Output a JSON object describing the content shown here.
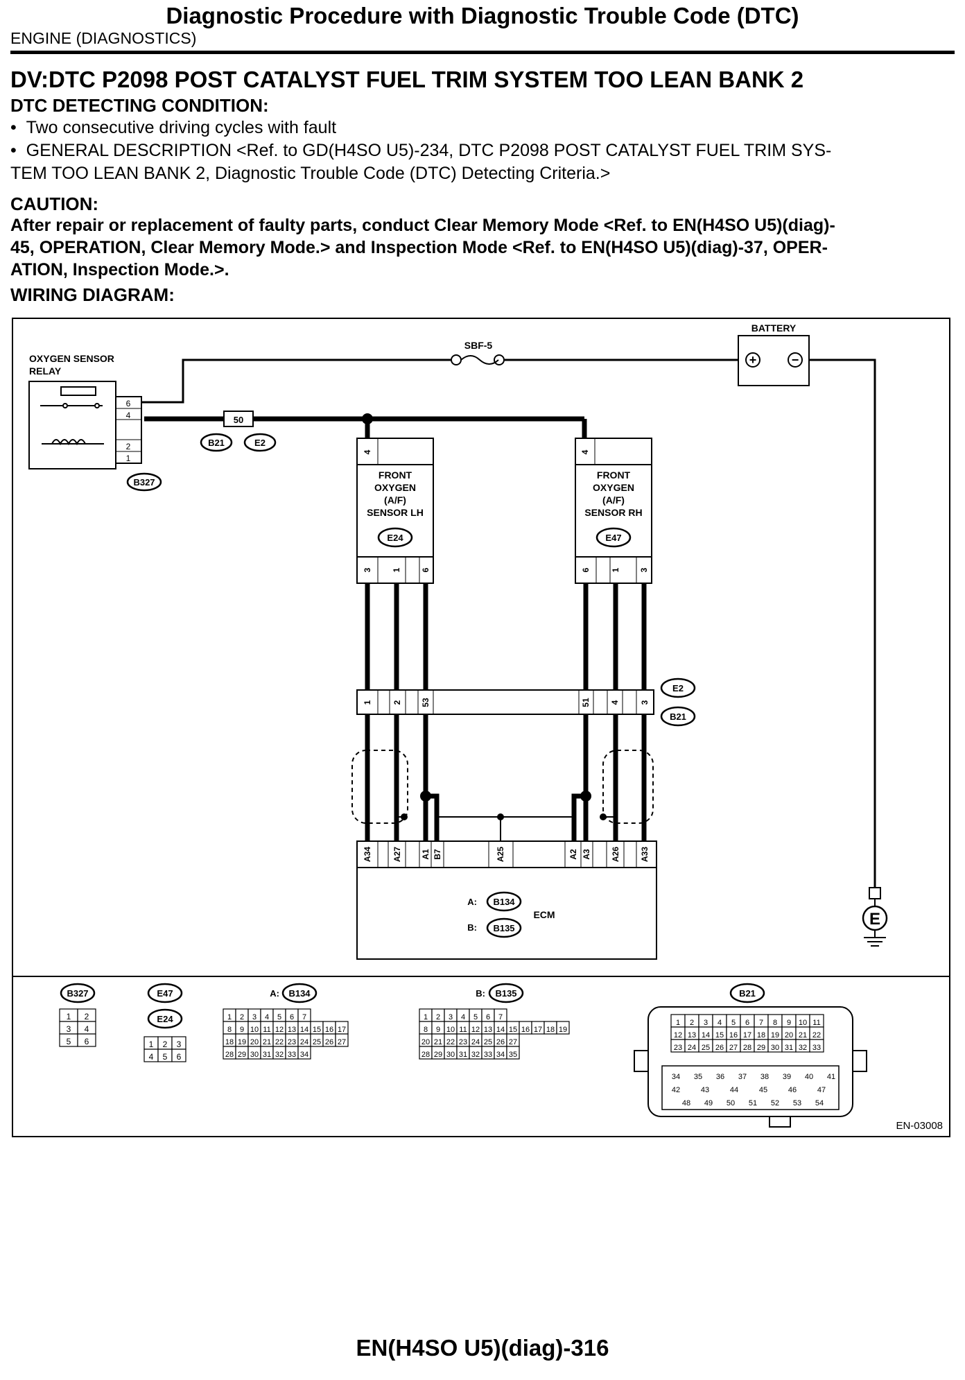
{
  "header": {
    "title": "Diagnostic Procedure with Diagnostic Trouble Code (DTC)",
    "subtitle": "ENGINE (DIAGNOSTICS)"
  },
  "section": {
    "title": "DV:DTC P2098 POST CATALYST FUEL TRIM SYSTEM TOO LEAN BANK 2",
    "detecting_heading": "DTC DETECTING CONDITION:",
    "bullets": [
      "Two consecutive driving cycles with fault",
      "GENERAL DESCRIPTION <Ref. to GD(H4SO U5)-234, DTC P2098 POST CATALYST FUEL TRIM SYS-",
      "TEM TOO LEAN BANK 2, Diagnostic Trouble Code (DTC) Detecting Criteria.>"
    ],
    "caution_heading": "CAUTION:",
    "caution_lines": [
      "After repair or replacement of faulty parts, conduct Clear Memory Mode <Ref. to EN(H4SO U5)(diag)-",
      "45, OPERATION, Clear Memory Mode.> and Inspection Mode <Ref. to EN(H4SO U5)(diag)-37, OPER-",
      "ATION, Inspection Mode.>."
    ],
    "wiring_heading": "WIRING DIAGRAM:"
  },
  "diagram": {
    "relay_label": [
      "OXYGEN SENSOR",
      "RELAY"
    ],
    "relay_pins": [
      "6",
      "4",
      "2",
      "1"
    ],
    "relay_connector": "B327",
    "fuse_label": "SBF-5",
    "battery_label": "BATTERY",
    "battery_plus": "+",
    "battery_minus": "−",
    "joint_pin": "50",
    "joint_connectors": [
      "B21",
      "E2"
    ],
    "sensor_lh": {
      "top_pin": "4",
      "label": [
        "FRONT",
        "OXYGEN",
        "(A/F)",
        "SENSOR LH"
      ],
      "connector": "E24",
      "pins": [
        "3",
        "1",
        "6"
      ]
    },
    "sensor_rh": {
      "top_pin": "4",
      "label": [
        "FRONT",
        "OXYGEN",
        "(A/F)",
        "SENSOR RH"
      ],
      "connector": "E47",
      "pins": [
        "6",
        "1",
        "3"
      ]
    },
    "junction": {
      "pins_left": [
        "1",
        "2",
        "53"
      ],
      "pins_right": [
        "51",
        "4",
        "3"
      ],
      "connectors": [
        "E2",
        "B21"
      ]
    },
    "ecm": {
      "pins": [
        "A34",
        "A27",
        "A1",
        "B7",
        "A25",
        "A2",
        "A3",
        "A26",
        "A33"
      ],
      "label": "ECM",
      "conn_a_prefix": "A:",
      "conn_a": "B134",
      "conn_b_prefix": "B:",
      "conn_b": "B135"
    },
    "ground_label": "E",
    "connector_views": {
      "b327": {
        "name": "B327",
        "rows": [
          [
            "1",
            "2"
          ],
          [
            "3",
            "4"
          ],
          [
            "5",
            "6"
          ]
        ]
      },
      "e47": {
        "name": "E47"
      },
      "e24": {
        "name": "E24",
        "rows": [
          [
            "1",
            "2",
            "3"
          ],
          [
            "4",
            "5",
            "6"
          ]
        ]
      },
      "b134": {
        "prefix": "A:",
        "name": "B134",
        "rows": [
          [
            "1",
            "2",
            "3",
            "4",
            "5",
            "6",
            "7"
          ],
          [
            "8",
            "9",
            "10",
            "11",
            "12",
            "13",
            "14",
            "15",
            "16",
            "17"
          ],
          [
            "18",
            "19",
            "20",
            "21",
            "22",
            "23",
            "24",
            "25",
            "26",
            "27"
          ],
          [
            "28",
            "29",
            "30",
            "31",
            "32",
            "33",
            "34"
          ]
        ]
      },
      "b135": {
        "prefix": "B:",
        "name": "B135",
        "rows": [
          [
            "1",
            "2",
            "3",
            "4",
            "5",
            "6",
            "7"
          ],
          [
            "8",
            "9",
            "10",
            "11",
            "12",
            "13",
            "14",
            "15",
            "16",
            "17",
            "18",
            "19"
          ],
          [
            "20",
            "21",
            "22",
            "23",
            "24",
            "25",
            "26",
            "27"
          ],
          [
            "28",
            "29",
            "30",
            "31",
            "32",
            "33",
            "34",
            "35"
          ]
        ]
      },
      "b21": {
        "name": "B21",
        "rows": [
          [
            "1",
            "2",
            "3",
            "4",
            "5",
            "6",
            "7",
            "8",
            "9",
            "10",
            "11"
          ],
          [
            "12",
            "13",
            "14",
            "15",
            "16",
            "17",
            "18",
            "19",
            "20",
            "21",
            "22"
          ],
          [
            "23",
            "24",
            "25",
            "26",
            "27",
            "28",
            "29",
            "30",
            "31",
            "32",
            "33"
          ],
          [
            "34",
            "35",
            "36",
            "37",
            "38",
            "39",
            "40",
            "41"
          ],
          [
            "42",
            "43",
            "44",
            "45",
            "46",
            "47"
          ],
          [
            "48",
            "49",
            "50",
            "51",
            "52",
            "53",
            "54"
          ]
        ]
      }
    },
    "figure_id": "EN-03008"
  },
  "footer": {
    "page_ref": "EN(H4SO U5)(diag)-316"
  }
}
